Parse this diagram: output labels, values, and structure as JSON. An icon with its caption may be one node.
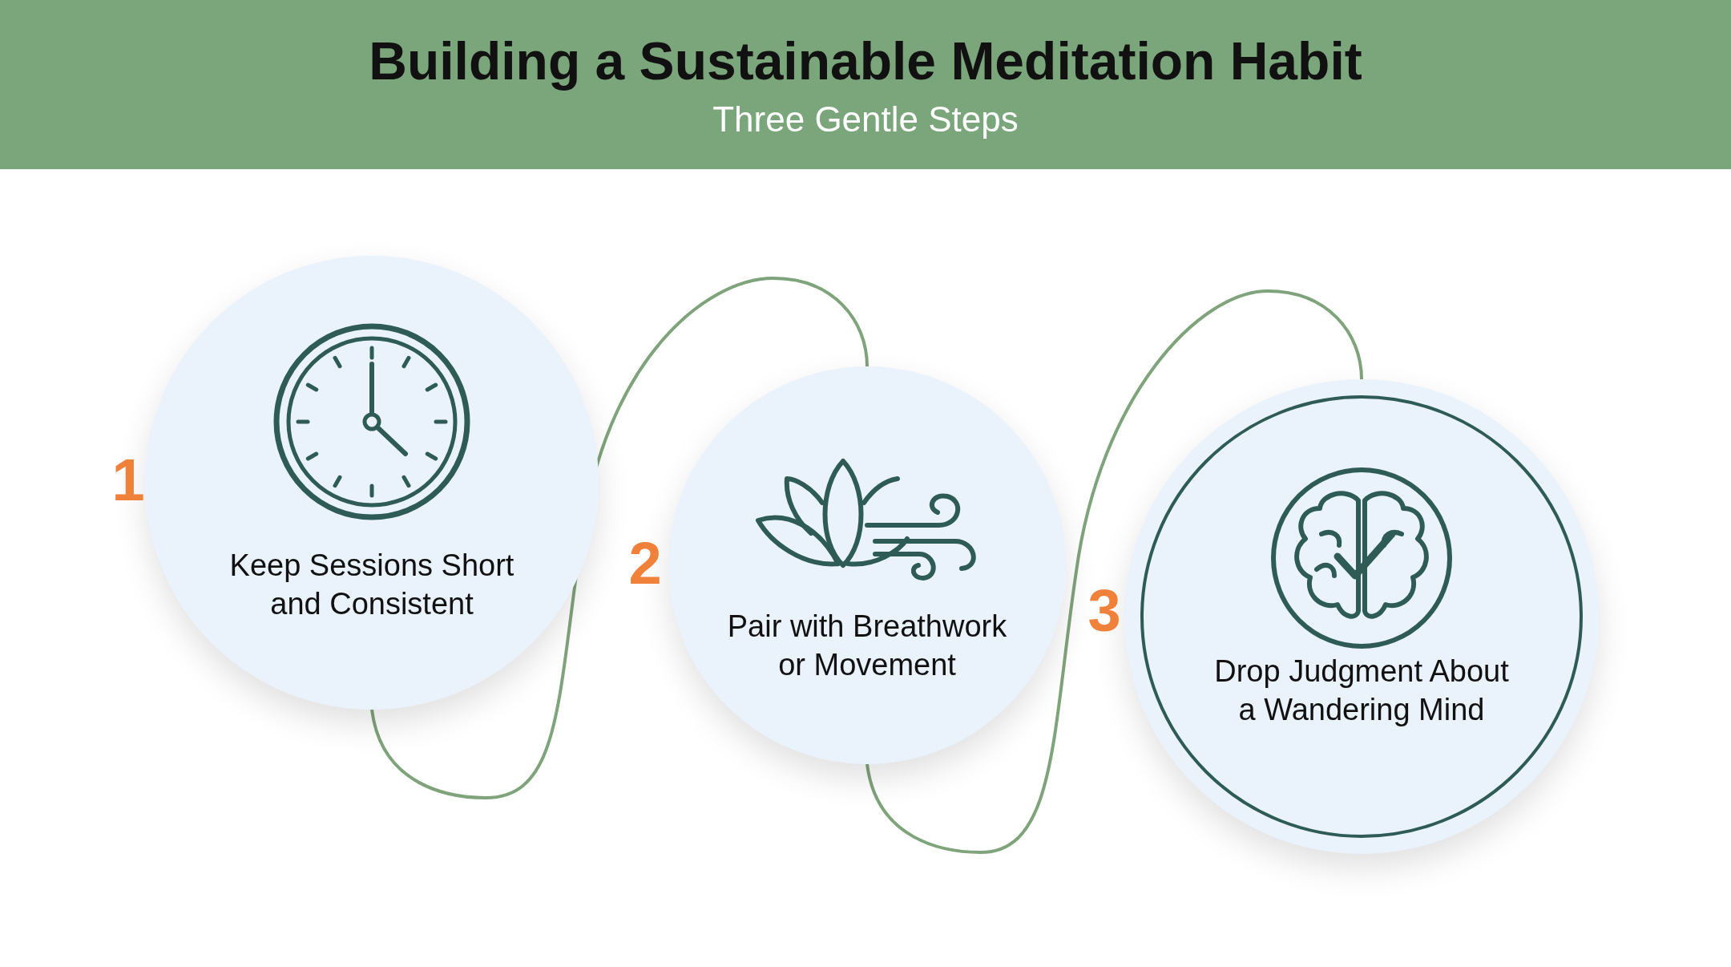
{
  "diagram": {
    "title": "Building a Sustainable Meditation Habit",
    "labels": [
      "Three Gentle Steps"
    ],
    "nodes": [
      {
        "text": [
          "Keep Sessions Short and Consistent"
        ],
        "beside": [
          "1"
        ]
      },
      {
        "text": [
          "Pair with Breathwork or Movement"
        ],
        "beside": [
          "2"
        ]
      },
      {
        "text": [
          "Drop Judgment About a Wandering Mind"
        ],
        "beside": [
          "3"
        ]
      }
    ],
    "edges": [
      {
        "from": 0,
        "to": 1,
        "arrow": "none"
      },
      {
        "from": 1,
        "to": 2,
        "arrow": "none"
      }
    ]
  }
}
